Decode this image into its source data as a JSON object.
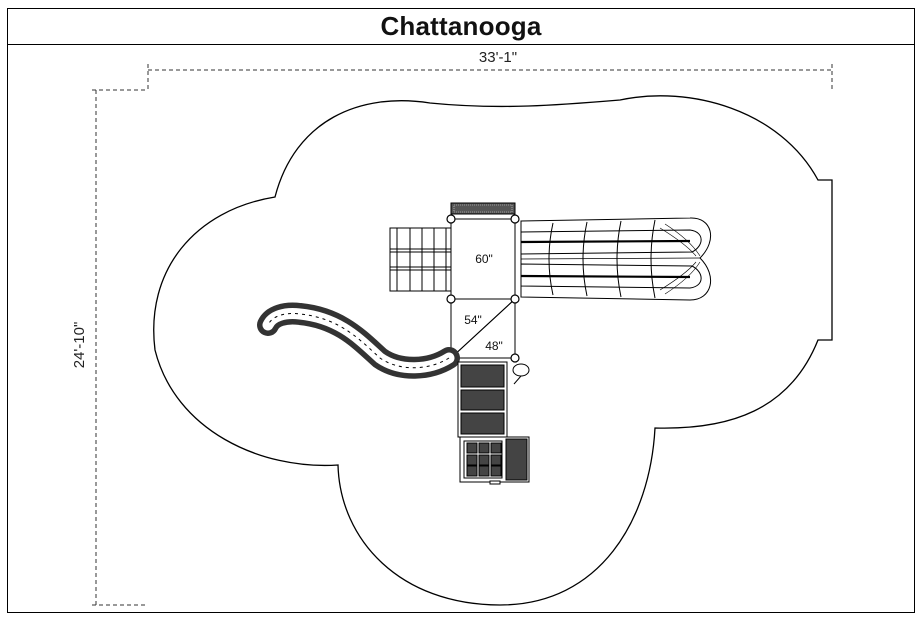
{
  "title": "Chattanooga",
  "dimensions": {
    "width": "33'-1\"",
    "depth": "24'-10\""
  },
  "platform_labels": {
    "deck_square": "60\"",
    "deck_triangle_upper": "54\"",
    "deck_triangle_lower": "48\""
  },
  "colors": {
    "line": "#000000",
    "dim_line": "#333333",
    "fill_dark": "#3a3a3a"
  }
}
